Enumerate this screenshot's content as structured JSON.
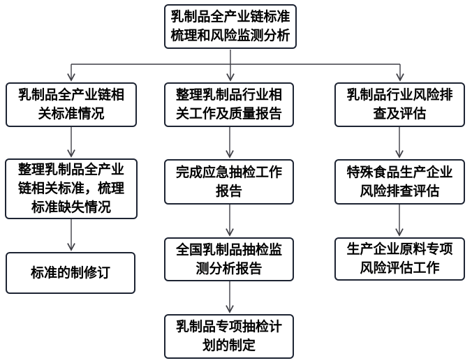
{
  "diagram": {
    "type": "flowchart",
    "direction": "top-down",
    "nodes": {
      "root": {
        "label": "乳制品全产业链标准\n梳理和风险监测分析"
      },
      "l1": {
        "label": "乳制品全产业链相\n关标准情况"
      },
      "l2": {
        "label": "整理乳制品全产业\n链相关标准，梳理\n标准缺失情况"
      },
      "l3": {
        "label": "标准的制修订"
      },
      "m1": {
        "label": "整理乳制品行业相\n关工作及质量报告"
      },
      "m2": {
        "label": "完成应急抽检工作\n报告"
      },
      "m3": {
        "label": "全国乳制品抽检监\n测分析报告"
      },
      "m4": {
        "label": "乳制品专项抽检计\n划的制定"
      },
      "r1": {
        "label": "乳制品行业风险排\n查及评估"
      },
      "r2": {
        "label": "特殊食品生产企业\n风险排查评估"
      },
      "r3": {
        "label": "生产企业原料专项\n风险评估工作"
      }
    },
    "connections": [
      {
        "from": "root",
        "to": "l1"
      },
      {
        "from": "root",
        "to": "m1"
      },
      {
        "from": "root",
        "to": "r1"
      },
      {
        "from": "l1",
        "to": "l2"
      },
      {
        "from": "l2",
        "to": "l3"
      },
      {
        "from": "m1",
        "to": "m2"
      },
      {
        "from": "m2",
        "to": "m3"
      },
      {
        "from": "m3",
        "to": "m4"
      },
      {
        "from": "r1",
        "to": "r2"
      },
      {
        "from": "r2",
        "to": "r3"
      }
    ],
    "colors": {
      "box_border": "#1d2433",
      "box_fill": "#ffffff",
      "text": "#000000",
      "connector": "#3f3f46"
    }
  }
}
